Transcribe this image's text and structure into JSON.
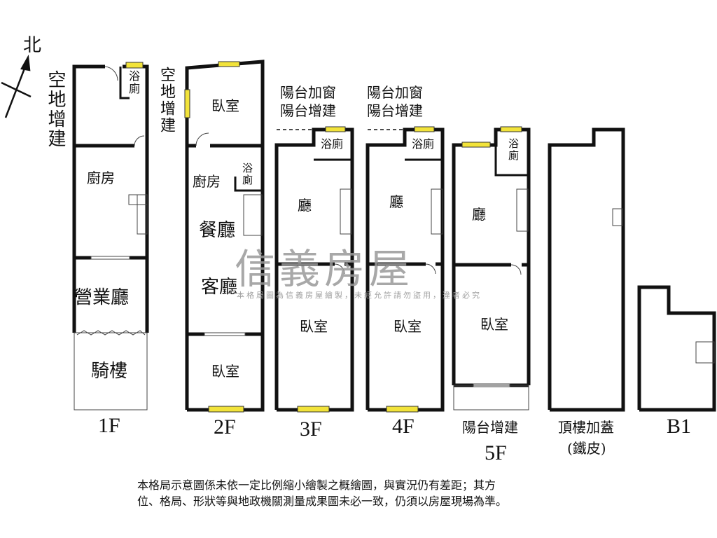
{
  "compass": {
    "north": "北"
  },
  "floors": [
    {
      "label": "1F",
      "rooms": [
        "空地增建",
        "浴廁",
        "廚房",
        "營業廳",
        "騎樓"
      ]
    },
    {
      "label": "2F",
      "rooms": [
        "空地增建",
        "臥室",
        "浴廁",
        "廚房",
        "餐廳",
        "客廳",
        "臥室"
      ]
    },
    {
      "label": "3F",
      "rooms": [
        "陽台加窗",
        "陽台增建",
        "浴廁",
        "廳",
        "臥室"
      ]
    },
    {
      "label": "4F",
      "rooms": [
        "陽台加窗",
        "陽台增建",
        "浴廁",
        "廳",
        "臥室"
      ]
    },
    {
      "label": "5F",
      "rooms": [
        "浴廁",
        "廳",
        "臥室",
        "陽台增建"
      ]
    },
    {
      "label": "頂樓加蓋",
      "sublabel": "(鐵皮)"
    },
    {
      "label": "B1"
    }
  ],
  "watermark": {
    "brand": "信義房屋",
    "notice": "本格局圖為信義房屋繪製，未經允許請勿盜用，違者必究"
  },
  "disclaimer": [
    "本格局示意圖係未依一定比例縮小繪製之概繪圖，與實況仍有差距；其方",
    "位、格局、形狀等與地政機關測量成果圖未必一致，仍須以房屋現場為準。"
  ],
  "colors": {
    "wall": "#111111",
    "window": "#f2e33a",
    "watermark": "#9a9a9a"
  }
}
